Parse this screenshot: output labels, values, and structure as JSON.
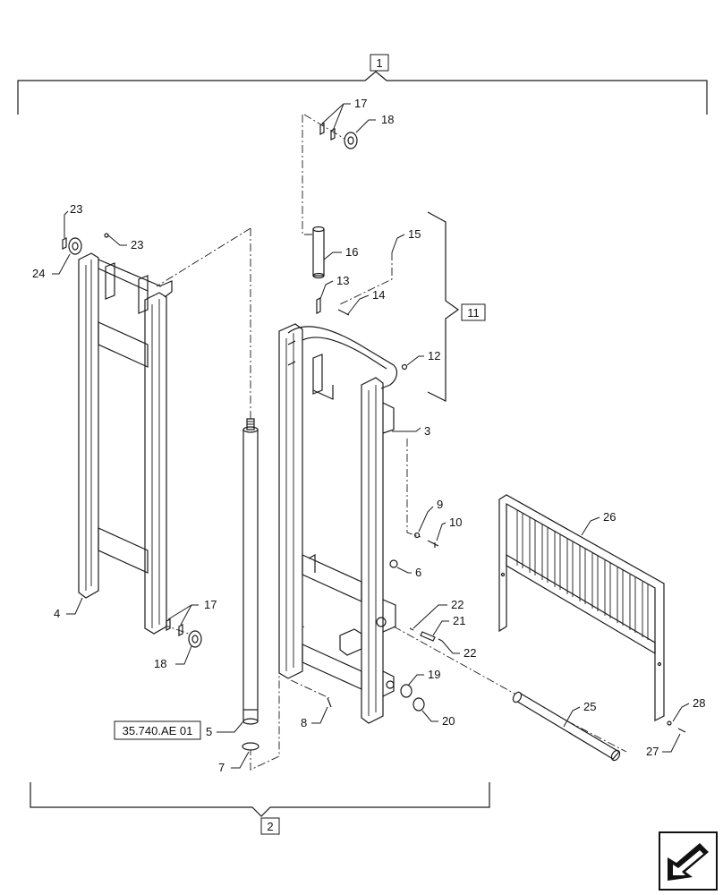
{
  "diagram": {
    "assembly_refs": [
      {
        "id": "asm-1",
        "text": "1"
      },
      {
        "id": "asm-2",
        "text": "2"
      },
      {
        "id": "asm-11",
        "text": "11"
      }
    ],
    "reference_box": "35.740.AE 01",
    "callouts": [
      {
        "id": "c3",
        "text": "3"
      },
      {
        "id": "c4",
        "text": "4"
      },
      {
        "id": "c5",
        "text": "5"
      },
      {
        "id": "c6",
        "text": "6"
      },
      {
        "id": "c7",
        "text": "7"
      },
      {
        "id": "c8",
        "text": "8"
      },
      {
        "id": "c9",
        "text": "9"
      },
      {
        "id": "c10",
        "text": "10"
      },
      {
        "id": "c12",
        "text": "12"
      },
      {
        "id": "c13",
        "text": "13"
      },
      {
        "id": "c14",
        "text": "14"
      },
      {
        "id": "c15",
        "text": "15"
      },
      {
        "id": "c16",
        "text": "16"
      },
      {
        "id": "c17a",
        "text": "17"
      },
      {
        "id": "c17b",
        "text": "17"
      },
      {
        "id": "c18a",
        "text": "18"
      },
      {
        "id": "c18b",
        "text": "18"
      },
      {
        "id": "c19",
        "text": "19"
      },
      {
        "id": "c20",
        "text": "20"
      },
      {
        "id": "c21",
        "text": "21"
      },
      {
        "id": "c22a",
        "text": "22"
      },
      {
        "id": "c22b",
        "text": "22"
      },
      {
        "id": "c23a",
        "text": "23"
      },
      {
        "id": "c23b",
        "text": "23"
      },
      {
        "id": "c24",
        "text": "24"
      },
      {
        "id": "c25",
        "text": "25"
      },
      {
        "id": "c26",
        "text": "26"
      },
      {
        "id": "c27",
        "text": "27"
      },
      {
        "id": "c28",
        "text": "28"
      }
    ],
    "nav_icon": "arrow-next-page-icon"
  }
}
